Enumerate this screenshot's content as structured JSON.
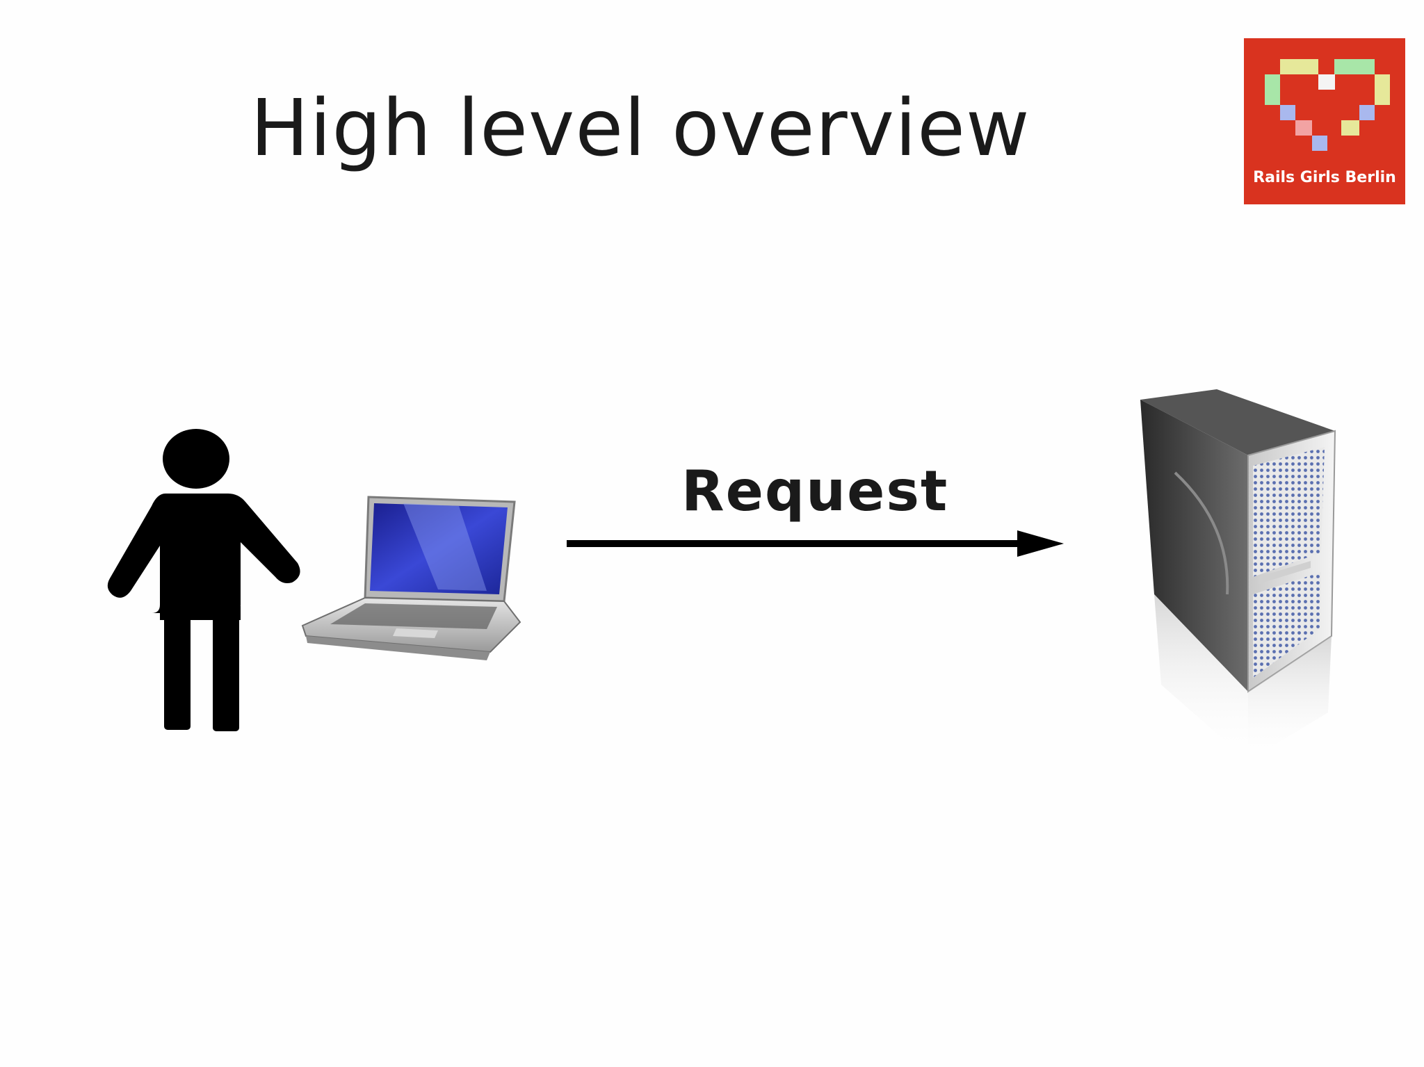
{
  "slide": {
    "title": "High level overview",
    "logo": {
      "text": "Rails Girls Berlin",
      "background_color": "#d9331f"
    },
    "request_label": "Request"
  },
  "icons": {
    "person": "person-icon",
    "laptop": "laptop-icon",
    "server": "server-icon",
    "arrow": "arrow-right"
  }
}
